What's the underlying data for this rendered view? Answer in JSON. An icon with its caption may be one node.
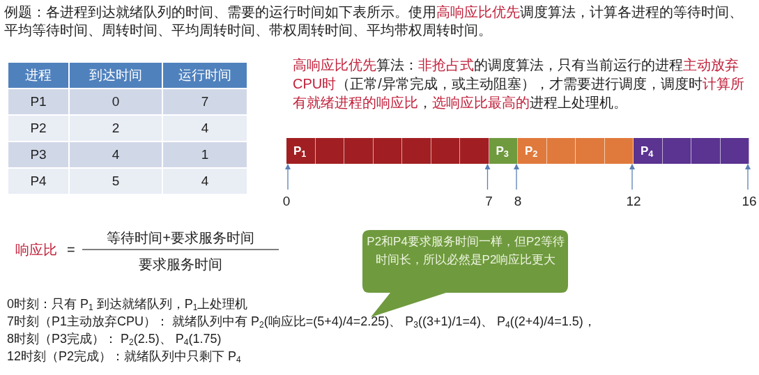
{
  "diagram": {
    "title": "例题：各进程到达就绪队列的时间、需要的运行时间如下表所示。使用**高响应比优先**调度算法，计算各进程的等待时间、平均等待时间、周转时间、平均周转时间、带权周转时间、平均带权周转时间。",
    "nodes": [
      {
        "text": [
          "P$_{1}$"
        ]
      },
      {
        "text": [],
        "shape": "box"
      },
      {
        "text": [],
        "shape": "box"
      },
      {
        "text": [],
        "shape": "box"
      },
      {
        "text": [],
        "shape": "box"
      },
      {
        "text": [],
        "shape": "box"
      },
      {
        "text": [],
        "shape": "box"
      },
      {
        "text": [
          "P$_{3}$"
        ]
      },
      {
        "text": [
          "P$_{2}$"
        ]
      },
      {
        "text": [],
        "shape": "box"
      },
      {
        "text": [],
        "shape": "box"
      },
      {
        "text": [],
        "shape": "box"
      },
      {
        "text": [
          "P$_{4}$"
        ]
      },
      {
        "text": [],
        "shape": "box"
      },
      {
        "text": [],
        "shape": "box"
      },
      {
        "text": [],
        "shape": "box"
      },
      {
        "text": [
          "P2和P4要求服务时间一样，但P2等待时间长，所以必然是P2响应比更大"
        ]
      },
      {
        "text": [
          "0"
        ]
      },
      {
        "text": [
          "7"
        ]
      },
      {
        "text": [
          "8"
        ]
      },
      {
        "text": [
          "12"
        ]
      },
      {
        "text": [
          "16"
        ]
      }
    ],
    "edges": [
      {
        "from": 17,
        "to": 0,
        "arrow": "to"
      },
      {
        "from": 18,
        "to": 6,
        "arrow": "to"
      },
      {
        "from": 19,
        "to": 7,
        "arrow": "to"
      },
      {
        "from": 20,
        "to": 11,
        "arrow": "to"
      },
      {
        "from": 21,
        "to": 15,
        "arrow": "to"
      }
    ],
    "labels": [
      "进程",
      "到达时间",
      "运行时间",
      "P1",
      "0",
      "7",
      "P2",
      "2",
      "4",
      "P3",
      "4",
      "1",
      "P4",
      "5",
      "4",
      "**高响应比优先**算法：**非抢占式**的调度算法，只有当前运行的进程**主动放弃CPU时**（正常/异常完成，或主动阻塞），才需要进行调度，调度时**计算所有就绪进程的响应比**，**选响应比最高的**进程上处理机。",
      "**响应比**",
      "=",
      "等待时间+要求服务时间",
      "要求服务时间",
      "0时刻：只有 P$_{1}$ 到达就绪队列，P$_{1}$上处理机",
      "7时刻（P1主动放弃CPU）： 就绪队列中有 P$_{2}$(响应比=(5+4)/4=2.25)、 P$_{3}$((3+1)/1=4)、 P$_{4}$((2+4)/4=1.5)，",
      "8时刻（P3完成）： P$_{2}$(2.5)、 P$_{4}$(1.75)",
      "12时刻（P2完成）：就绪队列中只剩下 P$_{4}$"
    ]
  }
}
